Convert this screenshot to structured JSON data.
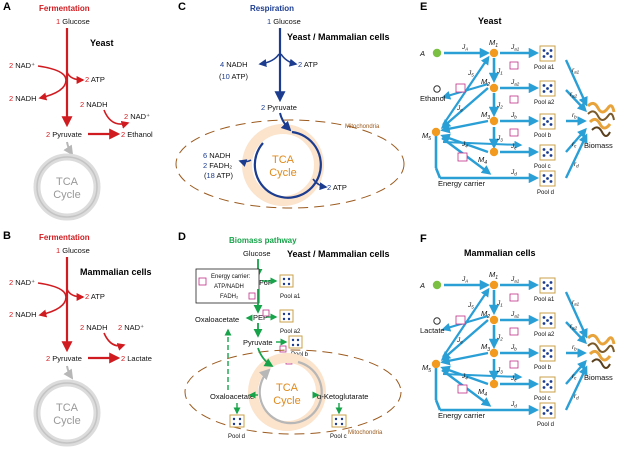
{
  "panels": {
    "A": {
      "letter": "A",
      "title": "Fermentation",
      "organism": "Yeast",
      "glucose": {
        "num": "1",
        "name": "Glucose"
      },
      "nad_in": {
        "num": "2",
        "name": "NAD⁺"
      },
      "nadh_out": {
        "num": "2",
        "name": "NADH"
      },
      "atp": {
        "num": "2",
        "name": "ATP"
      },
      "nadh_in": {
        "num": "2",
        "name": "NADH"
      },
      "nad_out": {
        "num": "2",
        "name": "NAD⁺"
      },
      "pyruvate": {
        "num": "2",
        "name": "Pyruvate"
      },
      "product": {
        "num": "2",
        "name": "Ethanol"
      },
      "tca": [
        "TCA",
        "Cycle"
      ]
    },
    "B": {
      "letter": "B",
      "title": "Fermentation",
      "organism": "Mammalian cells",
      "glucose": {
        "num": "1",
        "name": "Glucose"
      },
      "nad_in": {
        "num": "2",
        "name": "NAD⁺"
      },
      "nadh_out": {
        "num": "2",
        "name": "NADH"
      },
      "atp": {
        "num": "2",
        "name": "ATP"
      },
      "nadh_in": {
        "num": "2",
        "name": "NADH"
      },
      "nad_out": {
        "num": "2",
        "name": "NAD⁺"
      },
      "pyruvate": {
        "num": "2",
        "name": "Pyruvate"
      },
      "product": {
        "num": "2",
        "name": "Lactate"
      },
      "tca": [
        "TCA",
        "Cycle"
      ]
    },
    "C": {
      "letter": "C",
      "title": "Respiration",
      "organism": "Yeast / Mammalian cells",
      "glucose": {
        "num": "1",
        "name": "Glucose"
      },
      "nadh": {
        "num": "4",
        "name": "NADH"
      },
      "nadh_atp": {
        "num": "10",
        "name": "ATP"
      },
      "atp1": {
        "num": "2",
        "name": "ATP"
      },
      "pyruvate": {
        "num": "2",
        "name": "Pyruvate"
      },
      "mito": "Mitochondria",
      "tca": [
        "TCA",
        "Cycle"
      ],
      "nadh2": {
        "num": "6",
        "name": "NADH"
      },
      "fadh2": {
        "num": "2",
        "name": "FADH₂"
      },
      "atp_eq": {
        "num": "18",
        "name": "ATP"
      },
      "atp2": {
        "num": "2",
        "name": "ATP"
      }
    },
    "D": {
      "letter": "D",
      "title": "Biomass pathway",
      "organism": "Yeast / Mammalian cells",
      "glucose": "Glucose",
      "g6p": "G6P/F6P",
      "energy_title": "Energy carrier:",
      "energy_l1": "ATP/NADH",
      "energy_l2": "FADH₂",
      "pool_a1": "Pool a1",
      "pool_a2": "Pool a2",
      "pool_b": "Pool b",
      "pool_c": "Pool c",
      "pool_d": "Pool d",
      "pep": "PEP",
      "oaa1": "Oxaloacetate",
      "pyruvate": "Pyruvate",
      "oaa2": "Oxaloacetate",
      "akg": "α-Ketoglutarate",
      "mito": "Mitochondria",
      "tca": [
        "TCA",
        "Cycle"
      ]
    },
    "E": {
      "letter": "E",
      "organism": "Yeast",
      "A": "A",
      "byproduct": "Ethanol",
      "M1": "M",
      "M1s": "1",
      "M2": "M",
      "M2s": "2",
      "M3": "M",
      "M3s": "3",
      "M4": "M",
      "M4s": "4",
      "M5": "M",
      "M5s": "5",
      "JA": "J",
      "JAs": "A",
      "Ja1": "J",
      "Ja1s": "a1",
      "Ja2": "J",
      "Ja2s": "a2",
      "Jb": "J",
      "Jbs": "b",
      "Jc": "J",
      "Jcs": "c",
      "Jd": "J",
      "Jds": "d",
      "Je": "J",
      "Jes": "e",
      "J1": "J",
      "J1s": "1",
      "J2": "J",
      "J2s": "2",
      "J3": "J",
      "J3s": "3",
      "J4": "J",
      "J4s": "4",
      "J5": "J",
      "J5s": "5",
      "ra1": "r",
      "ra1s": "a1",
      "ra2": "r",
      "ra2s": "a2",
      "rb": "r",
      "rbs": "b",
      "rc": "r",
      "rcs": "c",
      "rd": "r",
      "rds": "d",
      "pools": [
        "Pool a1",
        "Pool a2",
        "Pool b",
        "Pool c",
        "Pool d"
      ],
      "energy": "Energy carrier",
      "biomass": "Biomass"
    },
    "F": {
      "letter": "F",
      "organism": "Mammalian cells",
      "A": "A",
      "byproduct": "Lactate",
      "M1": "M",
      "M1s": "1",
      "M2": "M",
      "M2s": "2",
      "M3": "M",
      "M3s": "3",
      "M4": "M",
      "M4s": "4",
      "M5": "M",
      "M5s": "5",
      "JA": "J",
      "JAs": "A",
      "Ja1": "J",
      "Ja1s": "a1",
      "Ja2": "J",
      "Ja2s": "a2",
      "Jb": "J",
      "Jbs": "b",
      "Jc": "J",
      "Jcs": "c",
      "Jd": "J",
      "Jds": "d",
      "Je": "J",
      "Jes": "e",
      "J1": "J",
      "J1s": "1",
      "J2": "J",
      "J2s": "2",
      "J3": "J",
      "J3s": "3",
      "J4": "J",
      "J4s": "4",
      "J5": "J",
      "J5s": "5",
      "ra1": "r",
      "ra1s": "a1",
      "ra2": "r",
      "ra2s": "a2",
      "rb": "r",
      "rbs": "b",
      "rc": "r",
      "rcs": "c",
      "rd": "r",
      "rds": "d",
      "pools": [
        "Pool a1",
        "Pool a2",
        "Pool b",
        "Pool c",
        "Pool d"
      ],
      "energy": "Energy carrier",
      "biomass": "Biomass"
    }
  },
  "colors": {
    "red": "#d01c20",
    "blue": "#1b3c8f",
    "green": "#17a34a",
    "cyan": "#2a9fd6",
    "orange": "#f29a1f",
    "tca_halo": "#fbe3cc",
    "mito": "#9b5a1e",
    "gray": "#b7b7b7"
  }
}
